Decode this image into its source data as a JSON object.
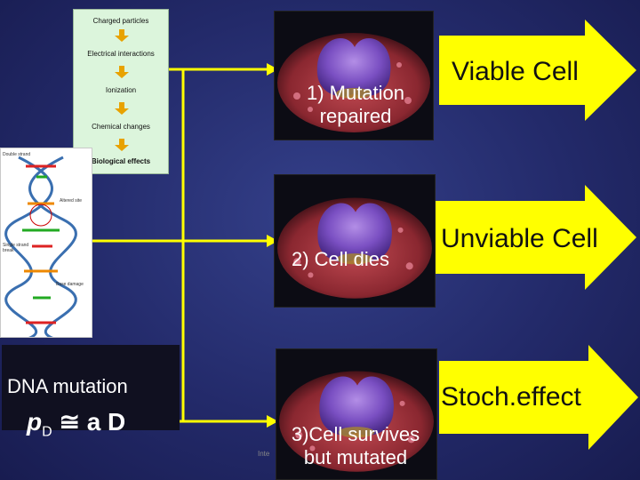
{
  "process": {
    "steps": [
      "Charged particles",
      "Electrical interactions",
      "Ionization",
      "Chemical changes",
      "Biological effects"
    ]
  },
  "dna_figure": {
    "labels": [
      "Double strand",
      "Altered site",
      "Single strand break",
      "Base damage"
    ]
  },
  "mutation": {
    "label": "DNA mutation",
    "formula_p": "p",
    "formula_sub": "D",
    "formula_rel": "≅ a D"
  },
  "outcomes": [
    {
      "caption_line1": "1) Mutation",
      "caption_line2": "repaired",
      "result": "Viable Cell"
    },
    {
      "caption_line1": "2) Cell dies",
      "caption_line2": "",
      "result": "Unviable Cell"
    },
    {
      "caption_line1": "3)Cell survives",
      "caption_line2": "but mutated",
      "result": "Stoch.effect"
    }
  ],
  "colors": {
    "connector": "#ffff00",
    "arrow_fill": "#ffff00",
    "background": "#232a6a",
    "flow_arrow": "#e8a200"
  },
  "watermark": "Inte"
}
